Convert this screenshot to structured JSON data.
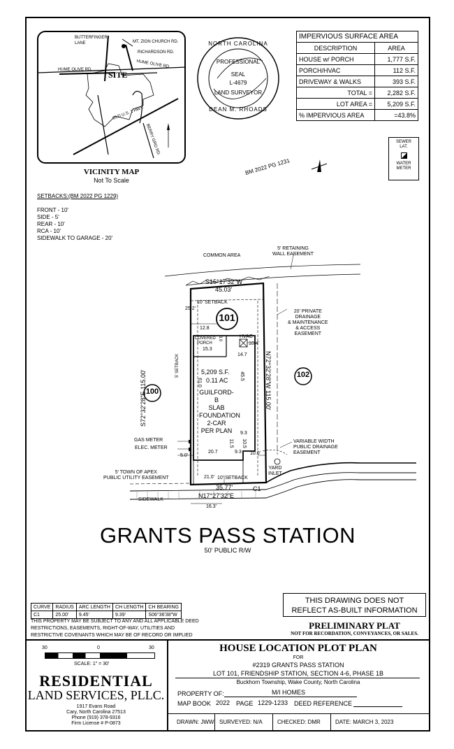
{
  "vicinity_map": {
    "title": "VICINITY MAP",
    "subtitle": "Not To Scale",
    "site_label": "SITE",
    "roads": [
      "BUTTERFINGER LANE",
      "MT. ZION CHURCH RD.",
      "RICHARDSON RD.",
      "HUME OLIVE RD.",
      "HUME OLIVE RD.",
      "OLD U.S. 1 HWY.",
      "BERRY GRO RD."
    ]
  },
  "seal": {
    "top_text": "NORTH CAROLINA",
    "line1": "PROFESSIONAL",
    "line2": "SEAL",
    "license": "L-4679",
    "line3": "LAND SURVEYOR",
    "name": "DEAN M. RHOADS"
  },
  "impervious": {
    "title": "IMPERVIOUS SURFACE AREA",
    "col_desc": "DESCRIPTION",
    "col_area": "AREA",
    "rows": [
      {
        "label": "HOUSE w/ PORCH",
        "value": "1,777 S.F."
      },
      {
        "label": "PORCH/HVAC",
        "value": "112 S.F."
      },
      {
        "label": "DRIVEWAY & WALKS",
        "value": "393 S.F."
      },
      {
        "label": "TOTAL =",
        "value": "2,282 S.F."
      },
      {
        "label": "LOT AREA =",
        "value": "5,209 S.F."
      },
      {
        "label": "% IMPERVIOUS AREA",
        "value": "=43.8%"
      }
    ]
  },
  "sewer": {
    "line1": "SEWER",
    "line2": "LAT.",
    "line3": "WATER",
    "line4": "METER"
  },
  "bm_label": "BM 2022 PG 1231",
  "setbacks": {
    "title": "SETBACKS:(BM 2022 PG 1229)",
    "items": [
      "FRONT - 10'",
      "SIDE - 5'",
      "REAR - 10'",
      "RCA - 10'",
      "SIDEWALK TO GARAGE - 20'"
    ]
  },
  "plan": {
    "common_area": "COMMON AREA",
    "retaining_1": "5' RETAINING",
    "retaining_2": "WALL EASEMENT",
    "rear_bearing": "S15°17'32\"W",
    "rear_dist": "45.03'",
    "rear_setback": "10' SETBACK",
    "dim_252": "25.2'",
    "lot_number": "101",
    "dim_128": "12.8",
    "covered_porch_1": "COVERED",
    "covered_porch_2": "PORCH",
    "dim_30": "3.0",
    "hvac": "HVAC",
    "dim_104": "10.4'",
    "dim_153": "15.3",
    "dim_147": "14.7",
    "drainage": [
      "20' PRIVATE",
      "DRAINAGE",
      "& MAINTENANCE",
      "& ACCESS",
      "EASEMENT"
    ],
    "lot_area_sf": "5,209 S.F.",
    "lot_area_ac": "0.11 AC",
    "side_setback": "5' SETBACK",
    "house": [
      "GUILFORD-B",
      "SLAB",
      "FOUNDATION",
      "2-CAR",
      "PER PLAN"
    ],
    "dim_610": "61.0",
    "dim_455": "45.5",
    "left_bearing": "S72°32'28\"E  115.00'",
    "right_bearing": "N72°32'28\"W  115.00'",
    "lot_left": "100",
    "lot_right": "102",
    "dim_93a": "9.3",
    "dim_115": "11.5",
    "dim_105": "10.5",
    "dim_93b": "9.3",
    "dim_207": "20.7",
    "dim_50": "5.0'",
    "dim_100": "10.0'",
    "gas_meter": "GAS METER",
    "elec_meter": "ELEC. METER",
    "variable": [
      "VARIABLE WIDTH",
      "PUBLIC DRAINAGE",
      "EASEMENT"
    ],
    "yard_inlet": [
      "YARD",
      "INLET"
    ],
    "town_easement_1": "5' TOWN OF APEX",
    "town_easement_2": "PUBLIC UTILITY EASEMENT",
    "dim_210": "21.0'",
    "front_dist": "35.77'",
    "front_bearing": "N17°27'32\"E",
    "curve_label": "C1",
    "sidewalk": "SIDEWALK",
    "dim_163": "16.3'",
    "street_name": "GRANTS PASS STATION",
    "street_row": "50' PUBLIC R/W"
  },
  "curve_table": {
    "headers": [
      "CURVE",
      "RADIUS",
      "ARC LENGTH",
      "CH LENGTH",
      "CH BEARING"
    ],
    "row": [
      "C1",
      "25.00'",
      "9.45'",
      "9.39'",
      "S06°36'38\"W"
    ]
  },
  "disclaimer": [
    "THIS PROPERTY MAY BE SUBJECT TO ANY AND ALL APPLICABLE DEED",
    "RESTRICTIONS, EASEMENTS, RIGHT-OF-WAY, UTILITIES AND",
    "RESTRICTIVE COVENANTS WHICH MAY BE OF RECORD OR IMPLIED"
  ],
  "notice": {
    "line1": "THIS DRAWING DOES NOT",
    "line2": "REFLECT AS-BUILT INFORMATION"
  },
  "prelim": {
    "title": "PRELIMINARY PLAT",
    "sub": "NOT FOR RECORDATION, CONVEYANCES, OR SALES."
  },
  "scale": {
    "ticks": [
      "30",
      "0",
      "30"
    ],
    "label": "SCALE: 1\" = 30'"
  },
  "company": {
    "name1": "RESIDENTIAL",
    "name2": "LAND SERVICES, PLLC.",
    "address1": "1917 Evans Road",
    "address2": "Cary, North Carolina 27513",
    "phone": "Phone (919) 378-9316",
    "license": "Firm License # P-0873"
  },
  "title_block": {
    "title": "HOUSE LOCATION PLOT PLAN",
    "for": "FOR",
    "address": "#2319 GRANTS PASS STATION",
    "lot": "LOT 101, FRIENDSHIP STATION, SECTION 4-6, PHASE 1B",
    "township": "Buckhorn Township, Wake County, North Carolina",
    "property_of_label": "PROPERTY OF:",
    "property_of": "M/I HOMES",
    "map_book_label": "MAP BOOK",
    "map_book": "2022",
    "page_label": "PAGE",
    "page": "1229-1233",
    "deed_label": "DEED REFERENCE"
  },
  "footer": {
    "drawn": "DRAWN: JWW",
    "surveyed": "SURVEYED: N/A",
    "checked": "CHECKED: DMR",
    "date": "DATE: MARCH 3, 2023"
  }
}
